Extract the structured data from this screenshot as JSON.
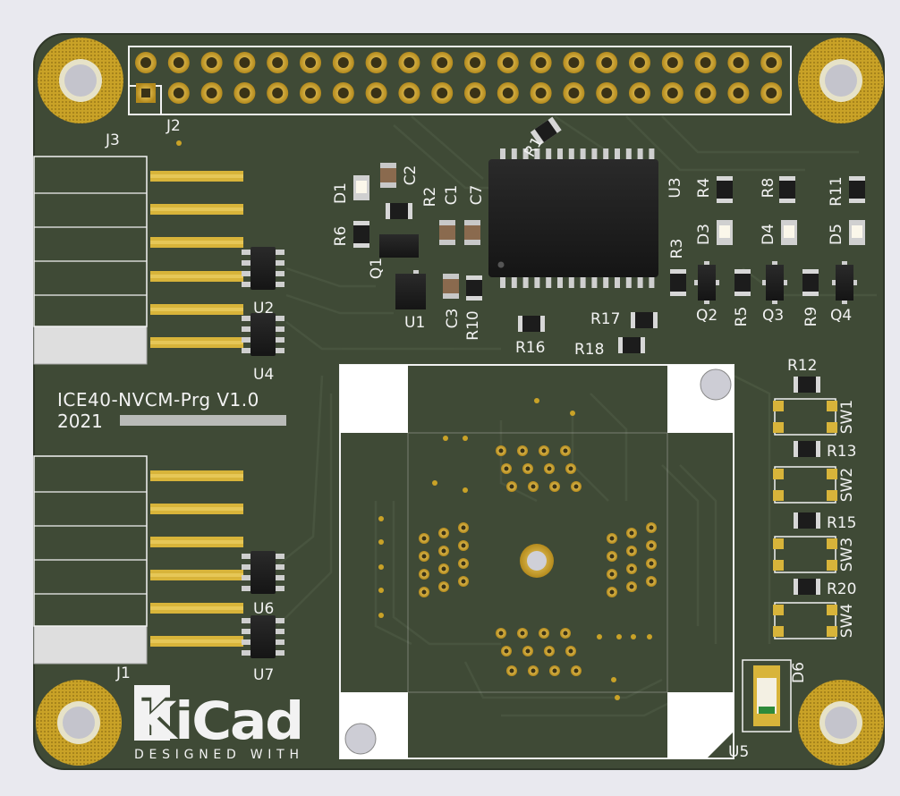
{
  "board": {
    "colors": {
      "background": "#e9e9ef",
      "soldermask": "#3f4a36",
      "silkscreen": "#f2f2f2",
      "copper_gold": "#c9a227",
      "ic_body": "#1e1e1e"
    },
    "headers": {
      "j2": "J2",
      "j3": "J3",
      "j1": "J1"
    },
    "title": {
      "line1": "ICE40-NVCM-Prg V1.0",
      "line2": "2021"
    },
    "ics": {
      "u1": "U1",
      "u2": "U2",
      "u3": "U3",
      "u4": "U4",
      "u5": "U5",
      "u6": "U6",
      "u7": "U7"
    },
    "transistors": {
      "q1": "Q1",
      "q2": "Q2",
      "q3": "Q3",
      "q4": "Q4"
    },
    "diodes": {
      "d1": "D1",
      "d3": "D3",
      "d4": "D4",
      "d5": "D5",
      "d6": "D6"
    },
    "resistors": {
      "r1": "R1",
      "r2": "R2",
      "r3": "R3",
      "r4": "R4",
      "r5": "R5",
      "r6": "R6",
      "r8": "R8",
      "r9": "R9",
      "r10": "R10",
      "r11": "R11",
      "r12": "R12",
      "r13": "R13",
      "r15": "R15",
      "r16": "R16",
      "r17": "R17",
      "r18": "R18",
      "r20": "R20"
    },
    "capacitors": {
      "c1": "C1",
      "c2": "C2",
      "c3": "C3",
      "c7": "C7"
    },
    "switches": {
      "sw1": "SW1",
      "sw2": "SW2",
      "sw3": "SW3",
      "sw4": "SW4"
    },
    "logo": {
      "name": "KiCad",
      "tagline": "DESIGNED WITH"
    }
  }
}
